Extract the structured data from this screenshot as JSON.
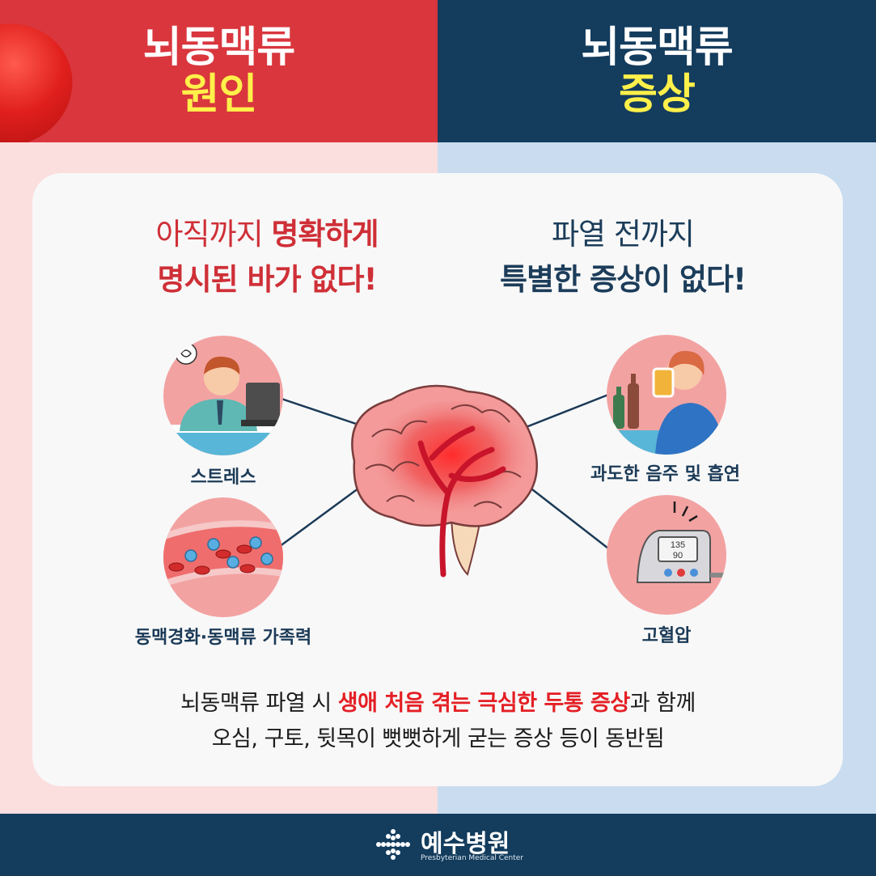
{
  "left_header": {
    "title": "뇌동맥류",
    "subtitle": "원인"
  },
  "right_header": {
    "title": "뇌동맥류",
    "subtitle": "증상"
  },
  "left_heading": {
    "line1_plain": "아직까지 ",
    "line1_bold": "명확하게",
    "line2": "명시된 바가 없다!"
  },
  "right_heading": {
    "line1": "파열 전까지",
    "line2": "특별한 증상이 없다!"
  },
  "causes": [
    {
      "label": "스트레스",
      "icon": "stressed-office-worker-icon"
    },
    {
      "label": "동맥경화·동맥류 가족력",
      "icon": "artery-blood-cells-icon"
    }
  ],
  "symptoms": [
    {
      "label": "과도한 음주 및 흡연",
      "icon": "drinking-person-icon"
    },
    {
      "label": "고혈압",
      "icon": "blood-pressure-monitor-icon"
    }
  ],
  "bp_monitor": {
    "systolic": "135",
    "diastolic": "90"
  },
  "summary": {
    "p1": "뇌동맥류 파열 시 ",
    "highlight": "생애 처음 겪는 극심한 두통 증상",
    "p2": "과 함께",
    "line2": "오심, 구토, 뒷목이 뻣뻣하게 굳는 증상 등이 동반됨"
  },
  "footer": {
    "name": "예수병원",
    "name_en": "Presbyterian Medical Center"
  },
  "colors": {
    "red_header": "#d9363e",
    "navy": "#133c5d",
    "yellow": "#fff04a",
    "highlight_red": "#e41f25",
    "pink_bg": "#fbdede",
    "blue_bg": "#c9dcf0"
  }
}
